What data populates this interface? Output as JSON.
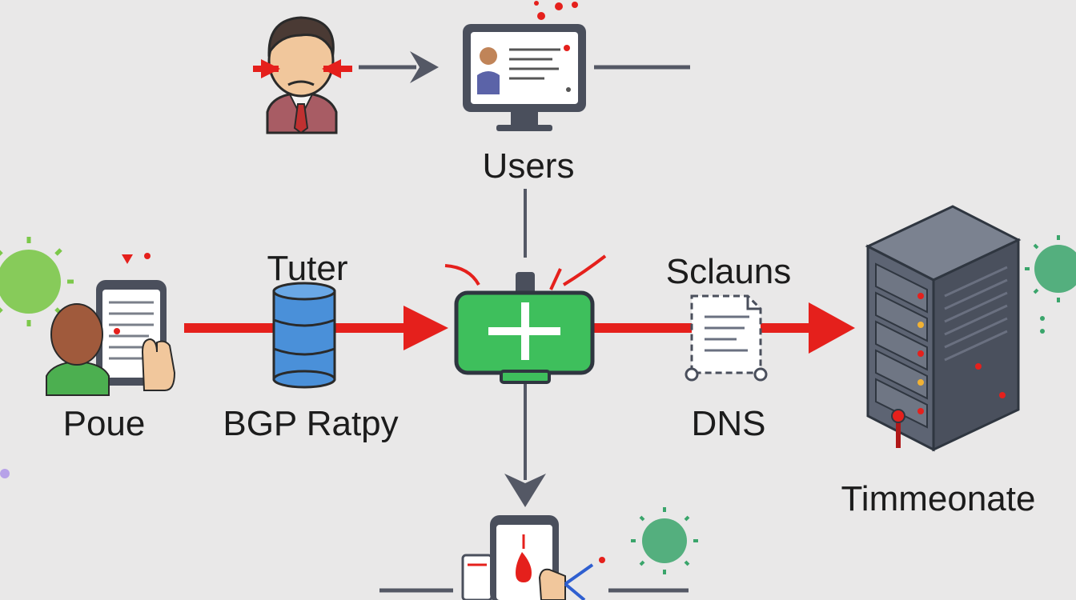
{
  "labels": {
    "users": "Users",
    "tuter": "Tuter",
    "sclauns": "Sclauns",
    "poue": "Poue",
    "bgp_ratpy": "BGP Ratpy",
    "dns": "DNS",
    "timmeonate": "Timmeonate"
  },
  "colors": {
    "background": "#e9e8e8",
    "attack_arrow": "#e5201c",
    "connector": "#545865",
    "hub_green": "#3ebf5c",
    "database_blue": "#4a90d9",
    "server_gray": "#5d6473",
    "virus_green": "#7cc84a",
    "virus_teal": "#3aa56b"
  },
  "icons": [
    "person-attacked-icon",
    "monitor-profile-icon",
    "phone-user-icon",
    "database-icon",
    "network-hub-icon",
    "document-icon",
    "server-rack-icon",
    "virus-icon",
    "phone-bottom-icon"
  ]
}
